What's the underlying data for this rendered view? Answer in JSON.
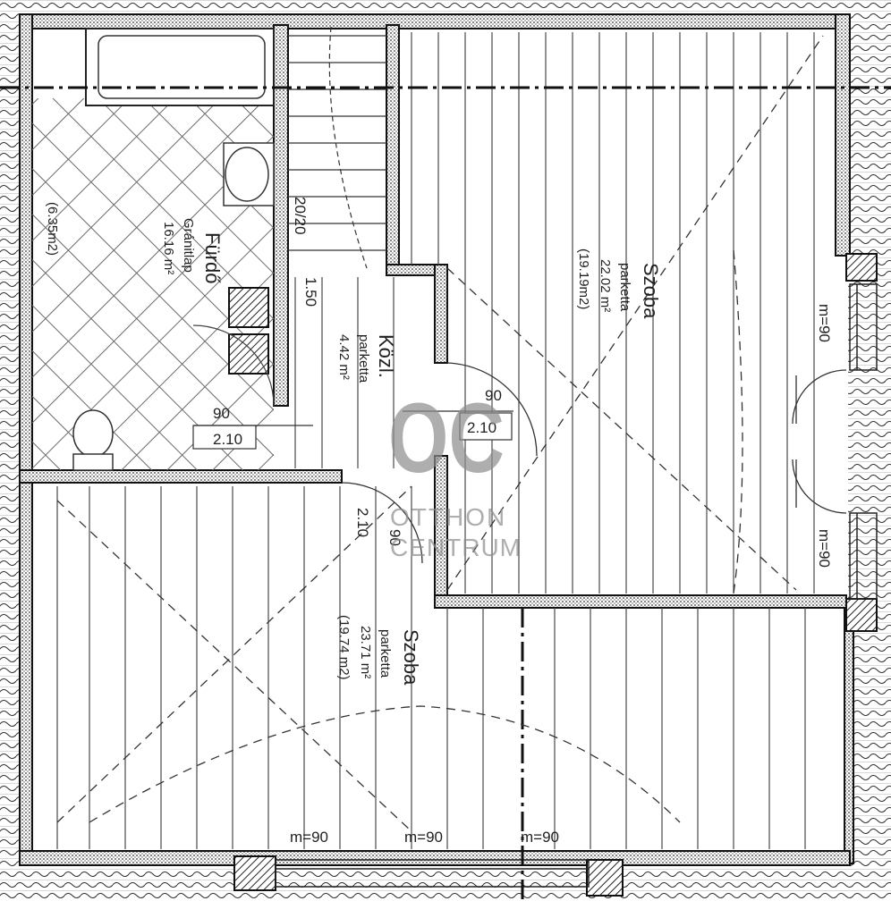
{
  "rooms": {
    "bath": {
      "name": "Fürdő",
      "floor": "Gránitlap",
      "area": "16.16 m²",
      "area_alt": "(6.35m2)"
    },
    "hall": {
      "name": "Közl.",
      "floor": "parketta",
      "area": "4.42 m²"
    },
    "room_upper": {
      "name": "Szoba",
      "floor": "parketta",
      "area": "22.02 m²",
      "area_alt": "(19.19m2)"
    },
    "room_lower": {
      "name": "Szoba",
      "floor": "parketta",
      "area": "23.71 m²",
      "area_alt": "(19.74 m2)"
    }
  },
  "stairs": {
    "label": "20/20",
    "dim": "1.50"
  },
  "doors": {
    "bath_width": "90",
    "bath_height": "2.10",
    "room_upper_width": "90",
    "room_upper_height": "2.10",
    "room_lower_width": "90",
    "room_lower_height": "2.10"
  },
  "windows": {
    "labels": [
      "m=90",
      "m=90",
      "m=90",
      "m=90",
      "m=90"
    ]
  },
  "watermark": {
    "logo": "OC",
    "line1": "OTTHON",
    "line2": "CENTRUM"
  }
}
